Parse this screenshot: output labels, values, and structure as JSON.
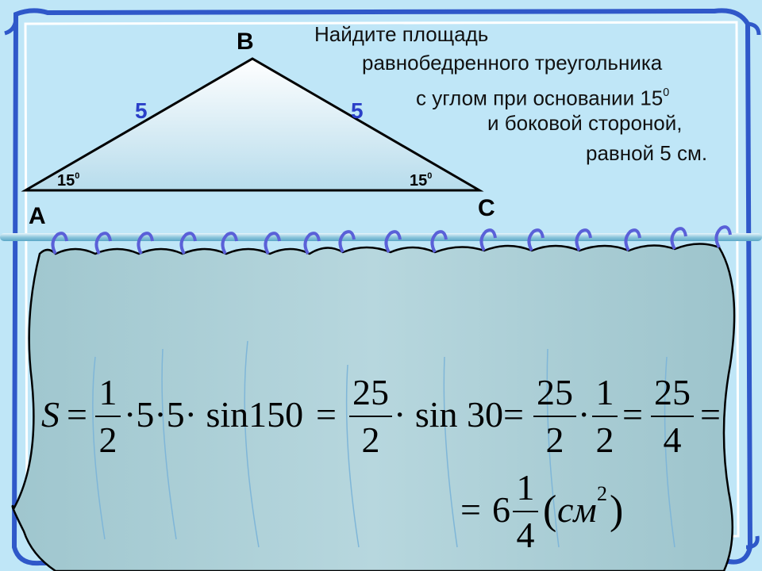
{
  "problem": {
    "line1": "Найдите площадь",
    "line2": "равнобедренного треугольника",
    "line3_text": "с углом при основании 15",
    "line3_sup": "0",
    "line4": "и боковой стороной,",
    "line5": "равной 5 см."
  },
  "triangle": {
    "vertex_a": "А",
    "vertex_b": "В",
    "vertex_c": "С",
    "side_ab": "5",
    "side_bc": "5",
    "angle_a_value": "15",
    "angle_a_sup": "0",
    "angle_c_value": "15",
    "angle_c_sup": "0"
  },
  "formula": {
    "s": "S",
    "eq1": "=",
    "f1_num": "1",
    "f1_den": "2",
    "mid1": "·5·5· sin150",
    "eq2": "=",
    "f2_num": "25",
    "f2_den": "2",
    "mid2": "· sin 30",
    "eq3": "=",
    "f3_num": "25",
    "f3_den": "2",
    "dot3": "·",
    "f4_num": "1",
    "f4_den": "2",
    "eq4": "=",
    "f5_num": "25",
    "f5_den": "4",
    "eq5": "=",
    "eq6": "=",
    "whole": "6",
    "f6_num": "1",
    "f6_den": "4",
    "unit_open": "(",
    "unit": "см",
    "unit_exp": "2",
    "unit_close": ")"
  },
  "colors": {
    "background": "#bfe6f7",
    "frame": "#2f58c9",
    "curtain": "#a9ccd3",
    "ring": "#5a60d8",
    "side_label": "#2a3fc8"
  }
}
